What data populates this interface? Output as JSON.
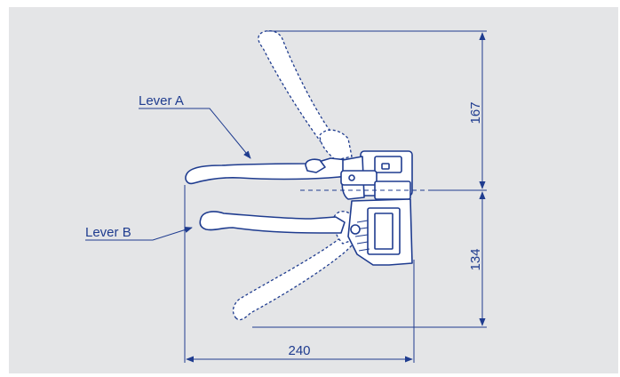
{
  "labels": {
    "lever_a": "Lever A",
    "lever_b": "Lever B"
  },
  "dimensions": {
    "upper_height": "167",
    "lower_height": "134",
    "width": "240"
  },
  "colors": {
    "background": "#e4e5e7",
    "ink": "#1f3c8f"
  }
}
